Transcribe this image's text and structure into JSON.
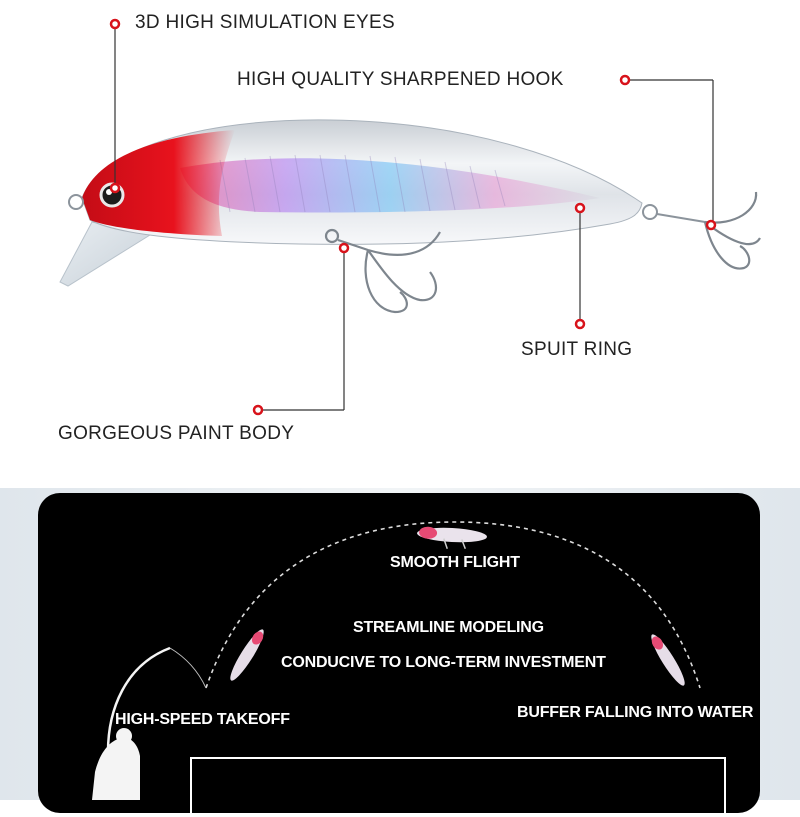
{
  "features": {
    "eyes": "3D HIGH SIMULATION EYES",
    "hook": "HIGH QUALITY SHARPENED HOOK",
    "spuit_ring": "SPUIT RING",
    "paint_body": "GORGEOUS PAINT BODY"
  },
  "flight": {
    "smooth_flight": "SMOOTH FLIGHT",
    "streamline": "STREAMLINE MODELING",
    "conducive": "CONDUCIVE TO LONG-TERM INVESTMENT",
    "takeoff": "HIGH-SPEED TAKEOFF",
    "buffer": "BUFFER FALLING INTO WATER"
  },
  "colors": {
    "callout_red": "#d8131b",
    "panel_bg": "#000000",
    "lure_head": "#e0101a"
  }
}
